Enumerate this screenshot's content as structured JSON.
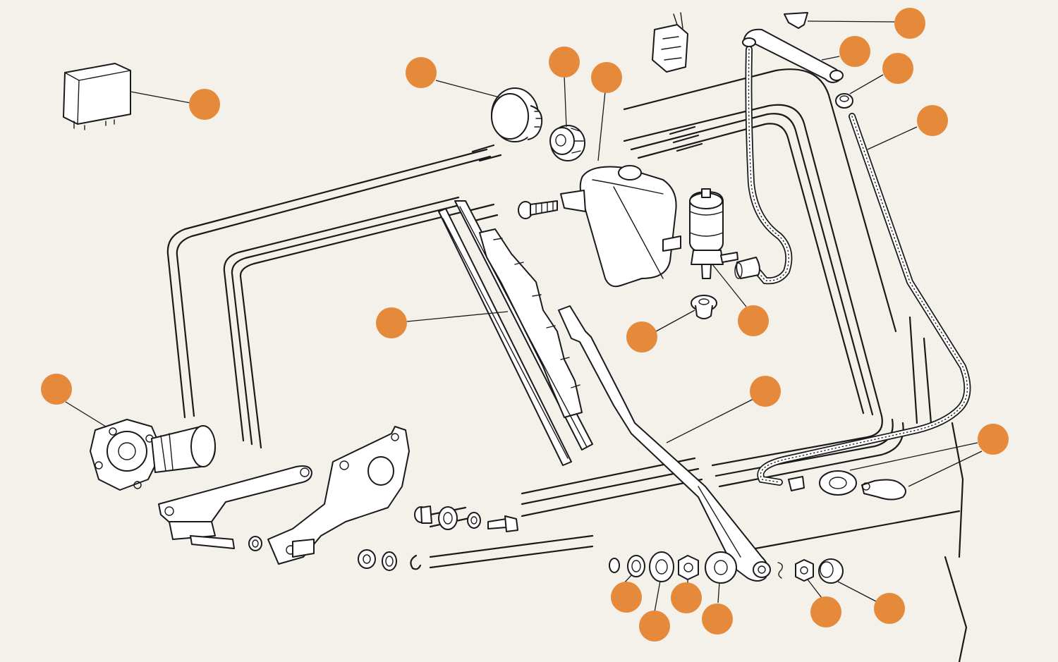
{
  "diagram": {
    "background": "#f4f0ea",
    "callout_color": "#e58a3a",
    "line_color": "#1a1a1a",
    "callouts": [
      {
        "id": "relay",
        "label": ""
      },
      {
        "id": "reservoir-cap",
        "label": ""
      },
      {
        "id": "cap-nut",
        "label": ""
      },
      {
        "id": "washer-reservoir",
        "label": ""
      },
      {
        "id": "hose-clip",
        "label": ""
      },
      {
        "id": "jet-elbow",
        "label": ""
      },
      {
        "id": "grommet-top",
        "label": ""
      },
      {
        "id": "washer-hose-right",
        "label": ""
      },
      {
        "id": "wiper-blade",
        "label": ""
      },
      {
        "id": "pump-grommet",
        "label": ""
      },
      {
        "id": "washer-pump",
        "label": ""
      },
      {
        "id": "wiper-motor",
        "label": ""
      },
      {
        "id": "wiper-arm",
        "label": ""
      },
      {
        "id": "washer-jet",
        "label": ""
      },
      {
        "id": "spacer-washer",
        "label": ""
      },
      {
        "id": "bushing",
        "label": ""
      },
      {
        "id": "spindle-nut",
        "label": ""
      },
      {
        "id": "rubber-seal",
        "label": ""
      },
      {
        "id": "arm-nut",
        "label": ""
      },
      {
        "id": "spindle-cap",
        "label": ""
      }
    ]
  }
}
